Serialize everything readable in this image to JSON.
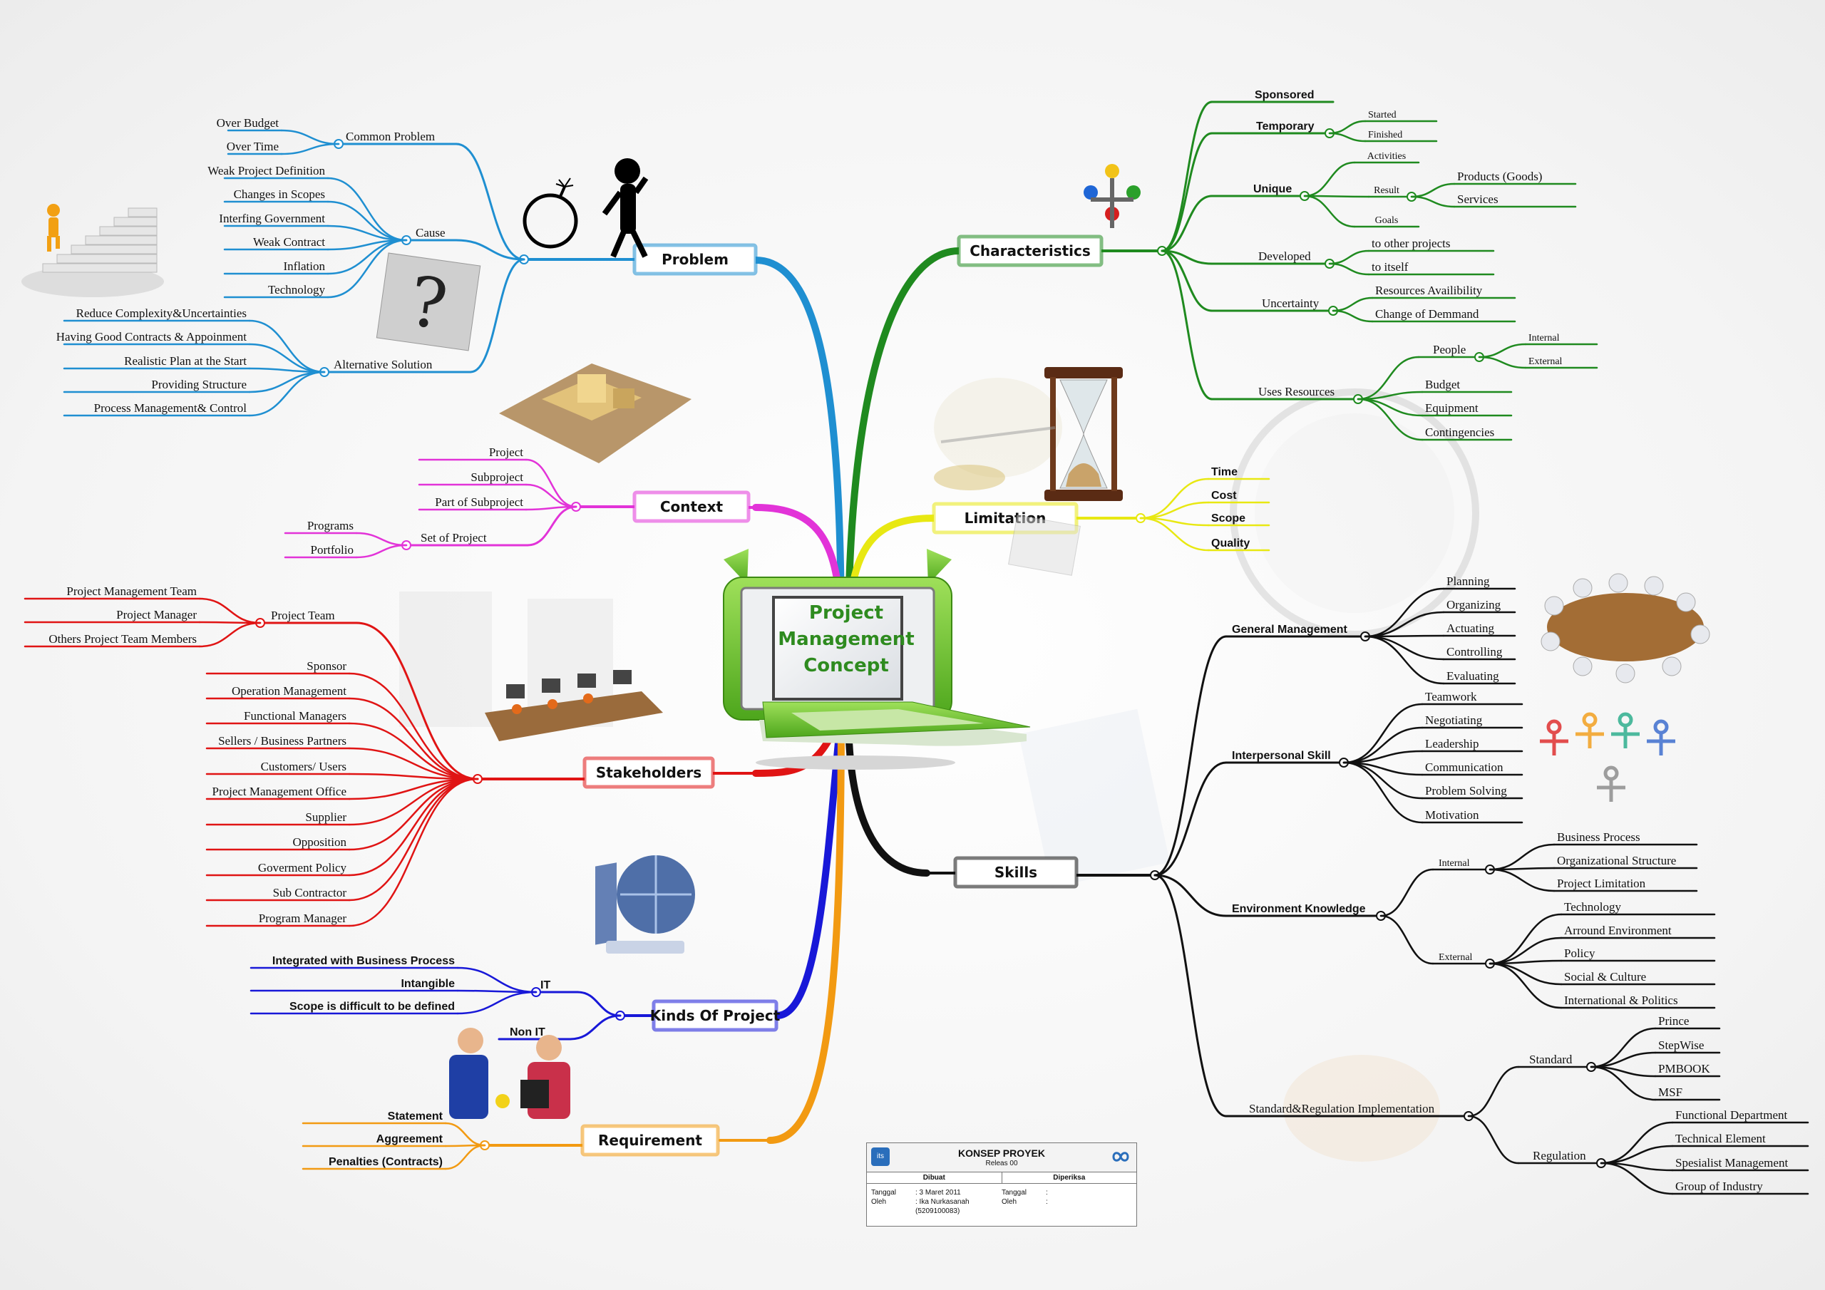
{
  "center": {
    "lines": [
      "Project",
      "Management",
      "Concept"
    ]
  },
  "colors": {
    "problem": "#1f8fd1",
    "context": "#e233d8",
    "stakeholders": "#e01414",
    "kinds": "#1818d8",
    "requirement": "#f29a12",
    "characteristics": "#1f8a1f",
    "limitation": "#e8e812",
    "skills": "#111111"
  },
  "problem": {
    "label": "Problem",
    "common": {
      "label": "Common Problem",
      "items": [
        "Over Budget",
        "Over Time"
      ]
    },
    "cause": {
      "label": "Cause",
      "items": [
        "Weak Project Definition",
        "Changes in Scopes",
        "Interfing Government",
        "Weak Contract",
        "Inflation",
        "Technology"
      ]
    },
    "alternative": {
      "label": "Alternative Solution",
      "items": [
        "Reduce Complexity&Uncertainties",
        "Having Good Contracts & Appoinment",
        "Realistic Plan at the Start",
        "Providing Structure",
        "Process Management& Control"
      ]
    }
  },
  "context": {
    "label": "Context",
    "items": [
      "Project",
      "Subproject",
      "Part of Subproject"
    ],
    "set": {
      "label": "Set of Project",
      "items": [
        "Programs",
        "Portfolio"
      ]
    }
  },
  "stakeholders": {
    "label": "Stakeholders",
    "team": {
      "label": "Project Team",
      "items": [
        "Project Management Team",
        "Project Manager",
        "Others Project Team Members"
      ]
    },
    "items": [
      "Sponsor",
      "Operation Management",
      "Functional Managers",
      "Sellers / Business Partners",
      "Customers/ Users",
      "Project Management Office",
      "Supplier",
      "Opposition",
      "Goverment Policy",
      "Sub Contractor",
      "Program Manager"
    ]
  },
  "kinds": {
    "label": "Kinds Of Project",
    "it": {
      "label": "IT",
      "items": [
        "Integrated with Business Process",
        "Intangible",
        "Scope is difficult to be defined"
      ]
    },
    "nonit": "Non IT"
  },
  "requirement": {
    "label": "Requirement",
    "items": [
      "Statement",
      "Aggreement",
      "Penalties (Contracts)"
    ]
  },
  "characteristics": {
    "label": "Characteristics",
    "sponsored": "Sponsored",
    "temporary": {
      "label": "Temporary",
      "items": [
        "Started",
        "Finished"
      ]
    },
    "unique": {
      "label": "Unique",
      "activities": "Activities",
      "result": {
        "label": "Result",
        "items": [
          "Products (Goods)",
          "Services"
        ]
      },
      "goals": "Goals"
    },
    "developed": {
      "label": "Developed",
      "items": [
        "to other projects",
        "to itself"
      ]
    },
    "uncertainty": {
      "label": "Uncertainty",
      "items": [
        "Resources Availibility",
        "Change of Demmand"
      ]
    },
    "resources": {
      "label": "Uses Resources",
      "people": {
        "label": "People",
        "items": [
          "Internal",
          "External"
        ]
      },
      "items": [
        "Budget",
        "Equipment",
        "Contingencies"
      ]
    }
  },
  "limitation": {
    "label": "Limitation",
    "items": [
      "Time",
      "Cost",
      "Scope",
      "Quality"
    ]
  },
  "skills": {
    "label": "Skills",
    "general": {
      "label": "General Management",
      "items": [
        "Planning",
        "Organizing",
        "Actuating",
        "Controlling",
        "Evaluating"
      ]
    },
    "interpersonal": {
      "label": "Interpersonal Skill",
      "items": [
        "Teamwork",
        "Negotiating",
        "Leadership",
        "Communication",
        "Problem Solving",
        "Motivation"
      ]
    },
    "environment": {
      "label": "Environment Knowledge",
      "internal": {
        "label": "Internal",
        "items": [
          "Business Process",
          "Organizational Structure",
          "Project Limitation"
        ]
      },
      "external": {
        "label": "External",
        "items": [
          "Technology",
          "Arround Environment",
          "Policy",
          "Social & Culture",
          "International & Politics"
        ]
      }
    },
    "standard": {
      "label": "Standard&Regulation Implementation",
      "standard": {
        "label": "Standard",
        "items": [
          "Prince",
          "StepWise",
          "PMBOOK",
          "MSF"
        ]
      },
      "regulation": {
        "label": "Regulation",
        "items": [
          "Functional Department",
          "Technical Element",
          "Spesialist Management",
          "Group of Industry"
        ]
      }
    }
  },
  "infobox": {
    "title": "KONSEP PROYEK",
    "release": "Releas 00",
    "col_made": "Dibuat",
    "col_checked": "Diperiksa",
    "date_label": "Tanggal",
    "date_value": ": 3 Maret 2011",
    "by_label": "Oleh",
    "by_value": ": Ika Nurkasanah",
    "id_value": "(5209100083)",
    "date_label2": "Tanggal",
    "colon2": ":",
    "by_label2": "Oleh",
    "colon3": ":",
    "logo_left": "its",
    "logo_right_icon": "infinity-logo-icon"
  }
}
